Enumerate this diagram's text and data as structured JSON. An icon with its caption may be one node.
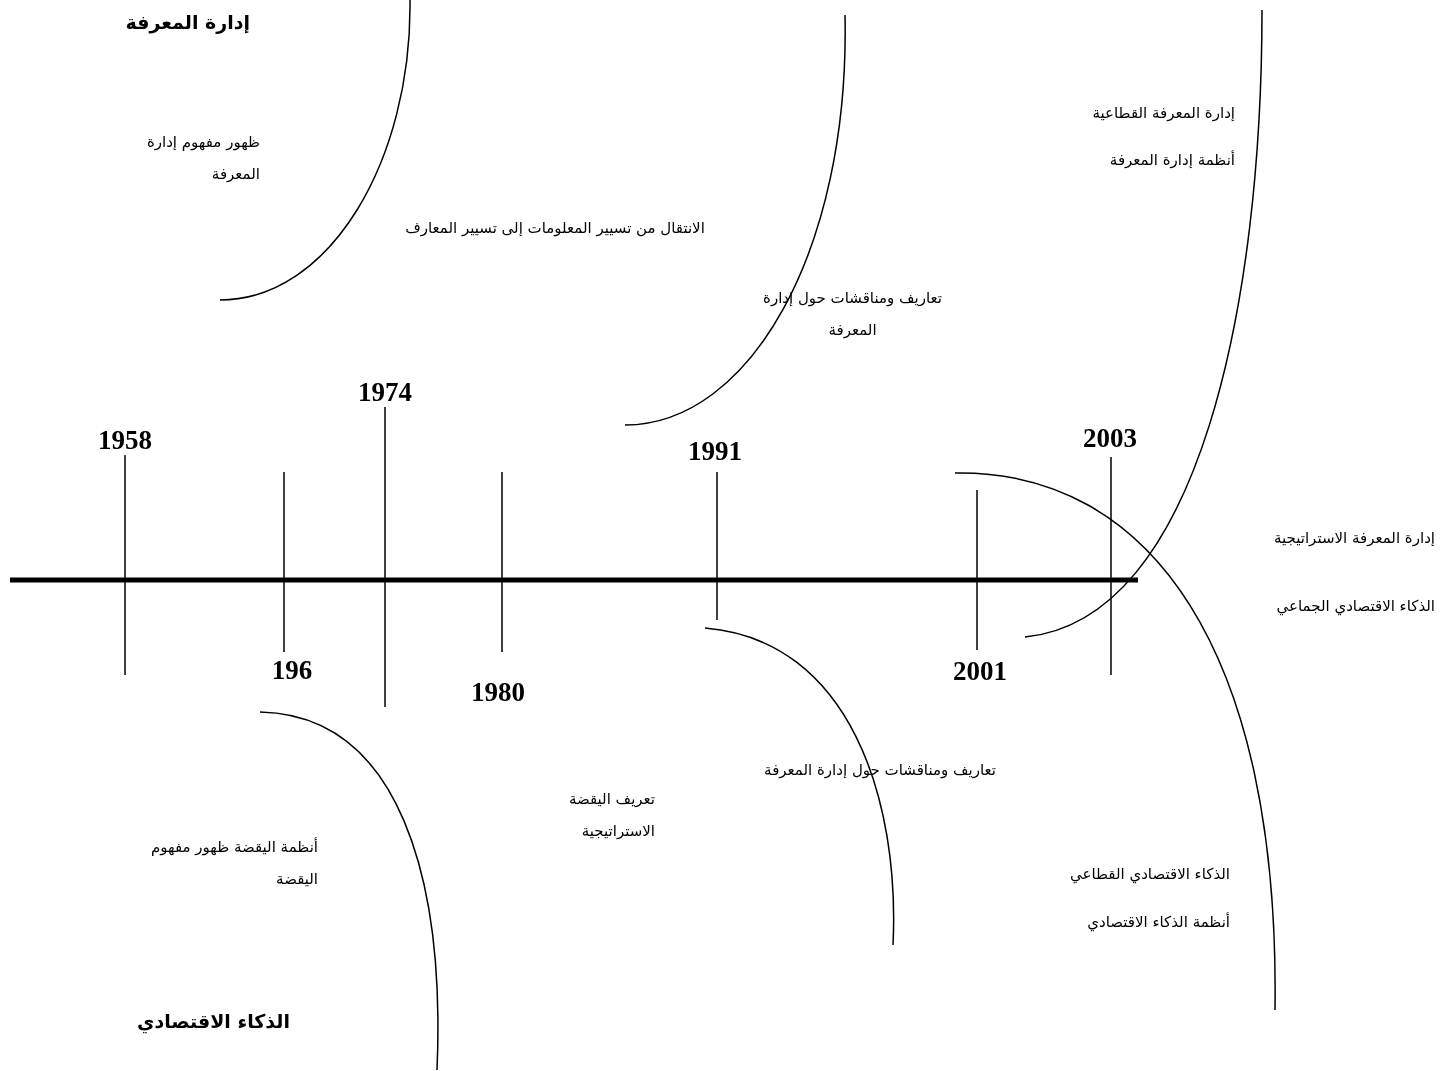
{
  "diagram": {
    "labels": [
      "إدارة المعرفة",
      "ظهور مفهوم إدارة المعرفة",
      "إدارة المعرفة القطاعية",
      "أنظمة إدارة المعرفة",
      "الانتقال من تسيير المعلومات إلى تسيير المعارف",
      "تعاريف ومناقشات حول إدارة المعرفة",
      "1974",
      "1958",
      "1991",
      "2003",
      "إدارة المعرفة الاستراتيجية",
      "الذكاء الاقتصادي الجماعي",
      "196",
      "2001",
      "1980",
      "تعاريف ومناقشات حول إدارة المعرفة",
      "تعريف اليقضة الاستراتيجية",
      "أنظمة اليقضة ظهور مفهوم اليقضة",
      "الذكاء الاقتصادي القطاعي",
      "أنظمة الذكاء الاقتصادي",
      "الذكاء الاقتصادي"
    ]
  }
}
